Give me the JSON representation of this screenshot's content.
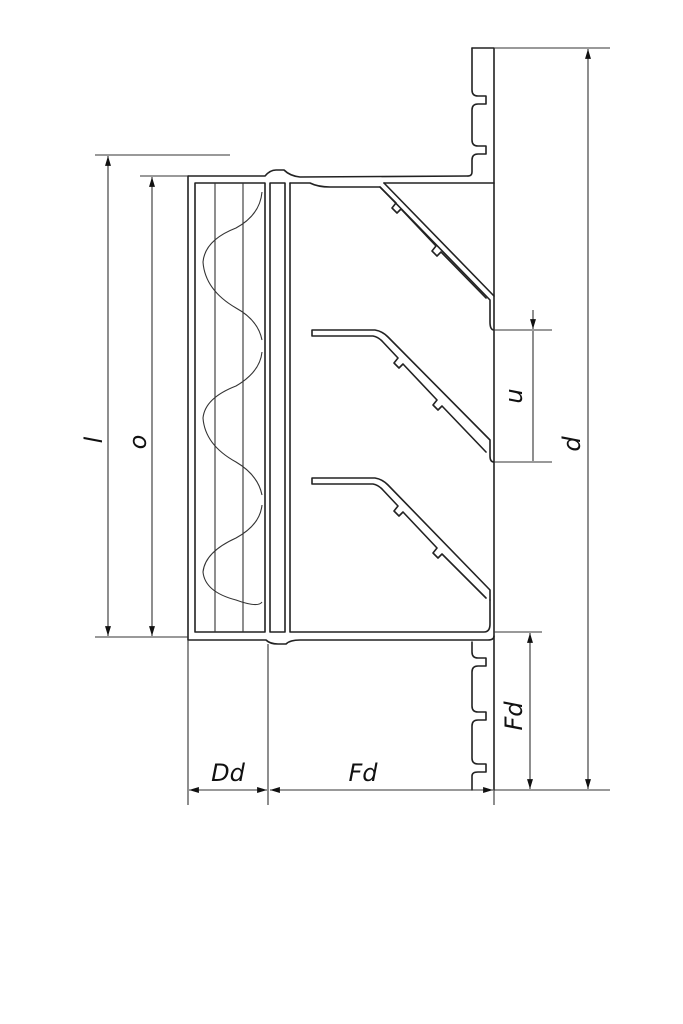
{
  "diagram": {
    "labels": {
      "l": "l",
      "o": "o",
      "d": "d",
      "u": "u",
      "fd_vertical": "Fd",
      "dd": "Dd",
      "fd_horizontal": "Fd"
    },
    "colors": {
      "line": "#222222",
      "background": "#ffffff"
    }
  }
}
